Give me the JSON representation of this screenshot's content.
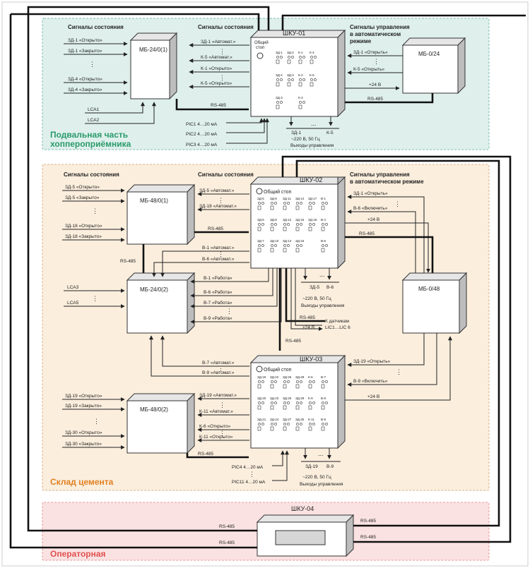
{
  "zones": {
    "basement": {
      "title_line1": "Подвальная часть",
      "title_line2": "хоппероприёмника",
      "fill": "#dff0ec",
      "border": "#7dbcb0",
      "title_color": "#2a9a6a"
    },
    "cement": {
      "title": "Склад цемента",
      "fill": "#fbeedd",
      "border": "#d7b48a",
      "title_color": "#e08020"
    },
    "operator": {
      "title": "Операторная",
      "fill": "#fbe2e2",
      "border": "#e39a9a",
      "title_color": "#e05050"
    }
  },
  "common": {
    "status_signals": "Сигналы состояния",
    "control_signals_l1": "Сигналы управления",
    "control_signals_l2": "в автоматическом",
    "control_signals_l3": "режиме",
    "control_signals_mode": "в автоматическом режиме",
    "rs485": "RS-485",
    "plus24": "+24 В",
    "dots": "⋮",
    "hdots": "...",
    "mains": "~220 В, 50 Гц",
    "outputs": "Выходы управления",
    "common_stop": "Общий стоп",
    "common_stop_l1": "Общий",
    "common_stop_l2": "стоп"
  },
  "shku01": {
    "title": "ШКУ-01",
    "status_right": [
      "ЗД-1 «Автомат.»",
      "К-5 «Автомат.»",
      "К-1 «Открыто»",
      "К-5 «Открыто»"
    ],
    "ctrl_in": [
      "ЗД-1 «Открыть»",
      "К-5 «Открыть»"
    ],
    "pic": [
      "PIC1 4…20 мА",
      "PIC2 4…20 мА",
      "PIC3 4…20 мА"
    ],
    "out_left": "ЗД-1",
    "out_right": "К-5",
    "led_labels": [
      [
        "ЗД-1",
        "ЗД-2",
        "К-1",
        "К-4"
      ],
      [
        "ЗД-2",
        "ЗД-3",
        "К-2",
        "К-5"
      ],
      [
        "ЗД-3",
        "",
        "К-3",
        ""
      ]
    ]
  },
  "mb24_01": {
    "title": "МБ-24/0(1)",
    "inputs": [
      "ЗД-1 «Открыто»",
      "ЗД-1 «Закрыто»",
      "ЗД-4 «Открыто»",
      "ЗД-4 «Закрыто»",
      "LCA1",
      "LCA2"
    ]
  },
  "mb0_24": {
    "title": "МБ-0/24"
  },
  "shku02": {
    "title": "ШКУ-02",
    "status_right": [
      "ЗД-5 «Автомат.»",
      "ЗД-18 «Автомат.»"
    ],
    "ctrl_in": [
      "ЗД-1 «Открыть»",
      "В-6 «Включить»"
    ],
    "b_signals": [
      "В-1 «Автомат.»",
      "В-6 «Автомат.»",
      "В-1 «Работа»",
      "В-6 «Работа»",
      "В-7 «Работа»",
      "В-9 «Работа»"
    ],
    "out_left": "ЗД-5",
    "out_right": "В-6",
    "sensors_l1": "К датчикам",
    "sensors_l2": "LIC1…LIC 6",
    "led_labels": [
      [
        "ЗД-5",
        "ЗД-8",
        "ЗД-11",
        "ЗД-14",
        "ЗД-17",
        "В-1"
      ],
      [
        "ЗД-6",
        "ЗД-9",
        "ЗД-12",
        "ЗД-15",
        "ЗД-18",
        "В-4"
      ],
      [
        "ЗД-7",
        "ЗД-10",
        "ЗД-13",
        "ЗД-16",
        "",
        "В-6"
      ]
    ]
  },
  "mb48_01": {
    "title": "МБ-48/0(1)",
    "inputs": [
      "ЗД-5 «Открыто»",
      "ЗД-5 «Закрыто»",
      "ЗД-18 «Открыто»",
      "ЗД-18 «Закрыто»"
    ]
  },
  "mb24_02": {
    "title": "МБ-24/0(2)",
    "inputs": [
      "LCA3",
      "LCA5"
    ]
  },
  "mb0_48": {
    "title": "МБ-0/48"
  },
  "shku03": {
    "title": "ШКУ-03",
    "b_signals": [
      "В-7 «Автомат.»",
      "В-9 «Автомат.»"
    ],
    "status_right": [
      "ЗД-19 «Автомат.»",
      "К-11 «Автомат.»",
      "К-6 «Открыто»",
      "К-11 «Открыто»"
    ],
    "ctrl_in": [
      "ЗД-19 «Открыть»",
      "В-9 «Включить»"
    ],
    "pic": [
      "PIC4 4…20 мА",
      "PIC11 4…20 мА"
    ],
    "out_left": "ЗД-19",
    "out_right": "В-9",
    "led_labels": [
      [
        "ЗД-19",
        "ЗД-22",
        "ЗД-25",
        "ЗД-28",
        "К-6",
        "В-7"
      ],
      [
        "ЗД-20",
        "ЗД-23",
        "ЗД-26",
        "ЗД-29",
        "К-9",
        "В-8"
      ],
      [
        "ЗД-21",
        "ЗД-24",
        "ЗД-27",
        "ЗД-30",
        "К-11",
        "В-9"
      ]
    ]
  },
  "mb48_02": {
    "title": "МБ-48/0(2)",
    "inputs": [
      "ЗД-19 «Открыто»",
      "ЗД-19 «Закрыто»",
      "ЗД-30 «Открыто»",
      "ЗД-30 «Закрыто»"
    ]
  },
  "shku04": {
    "title": "ШКУ-04"
  }
}
